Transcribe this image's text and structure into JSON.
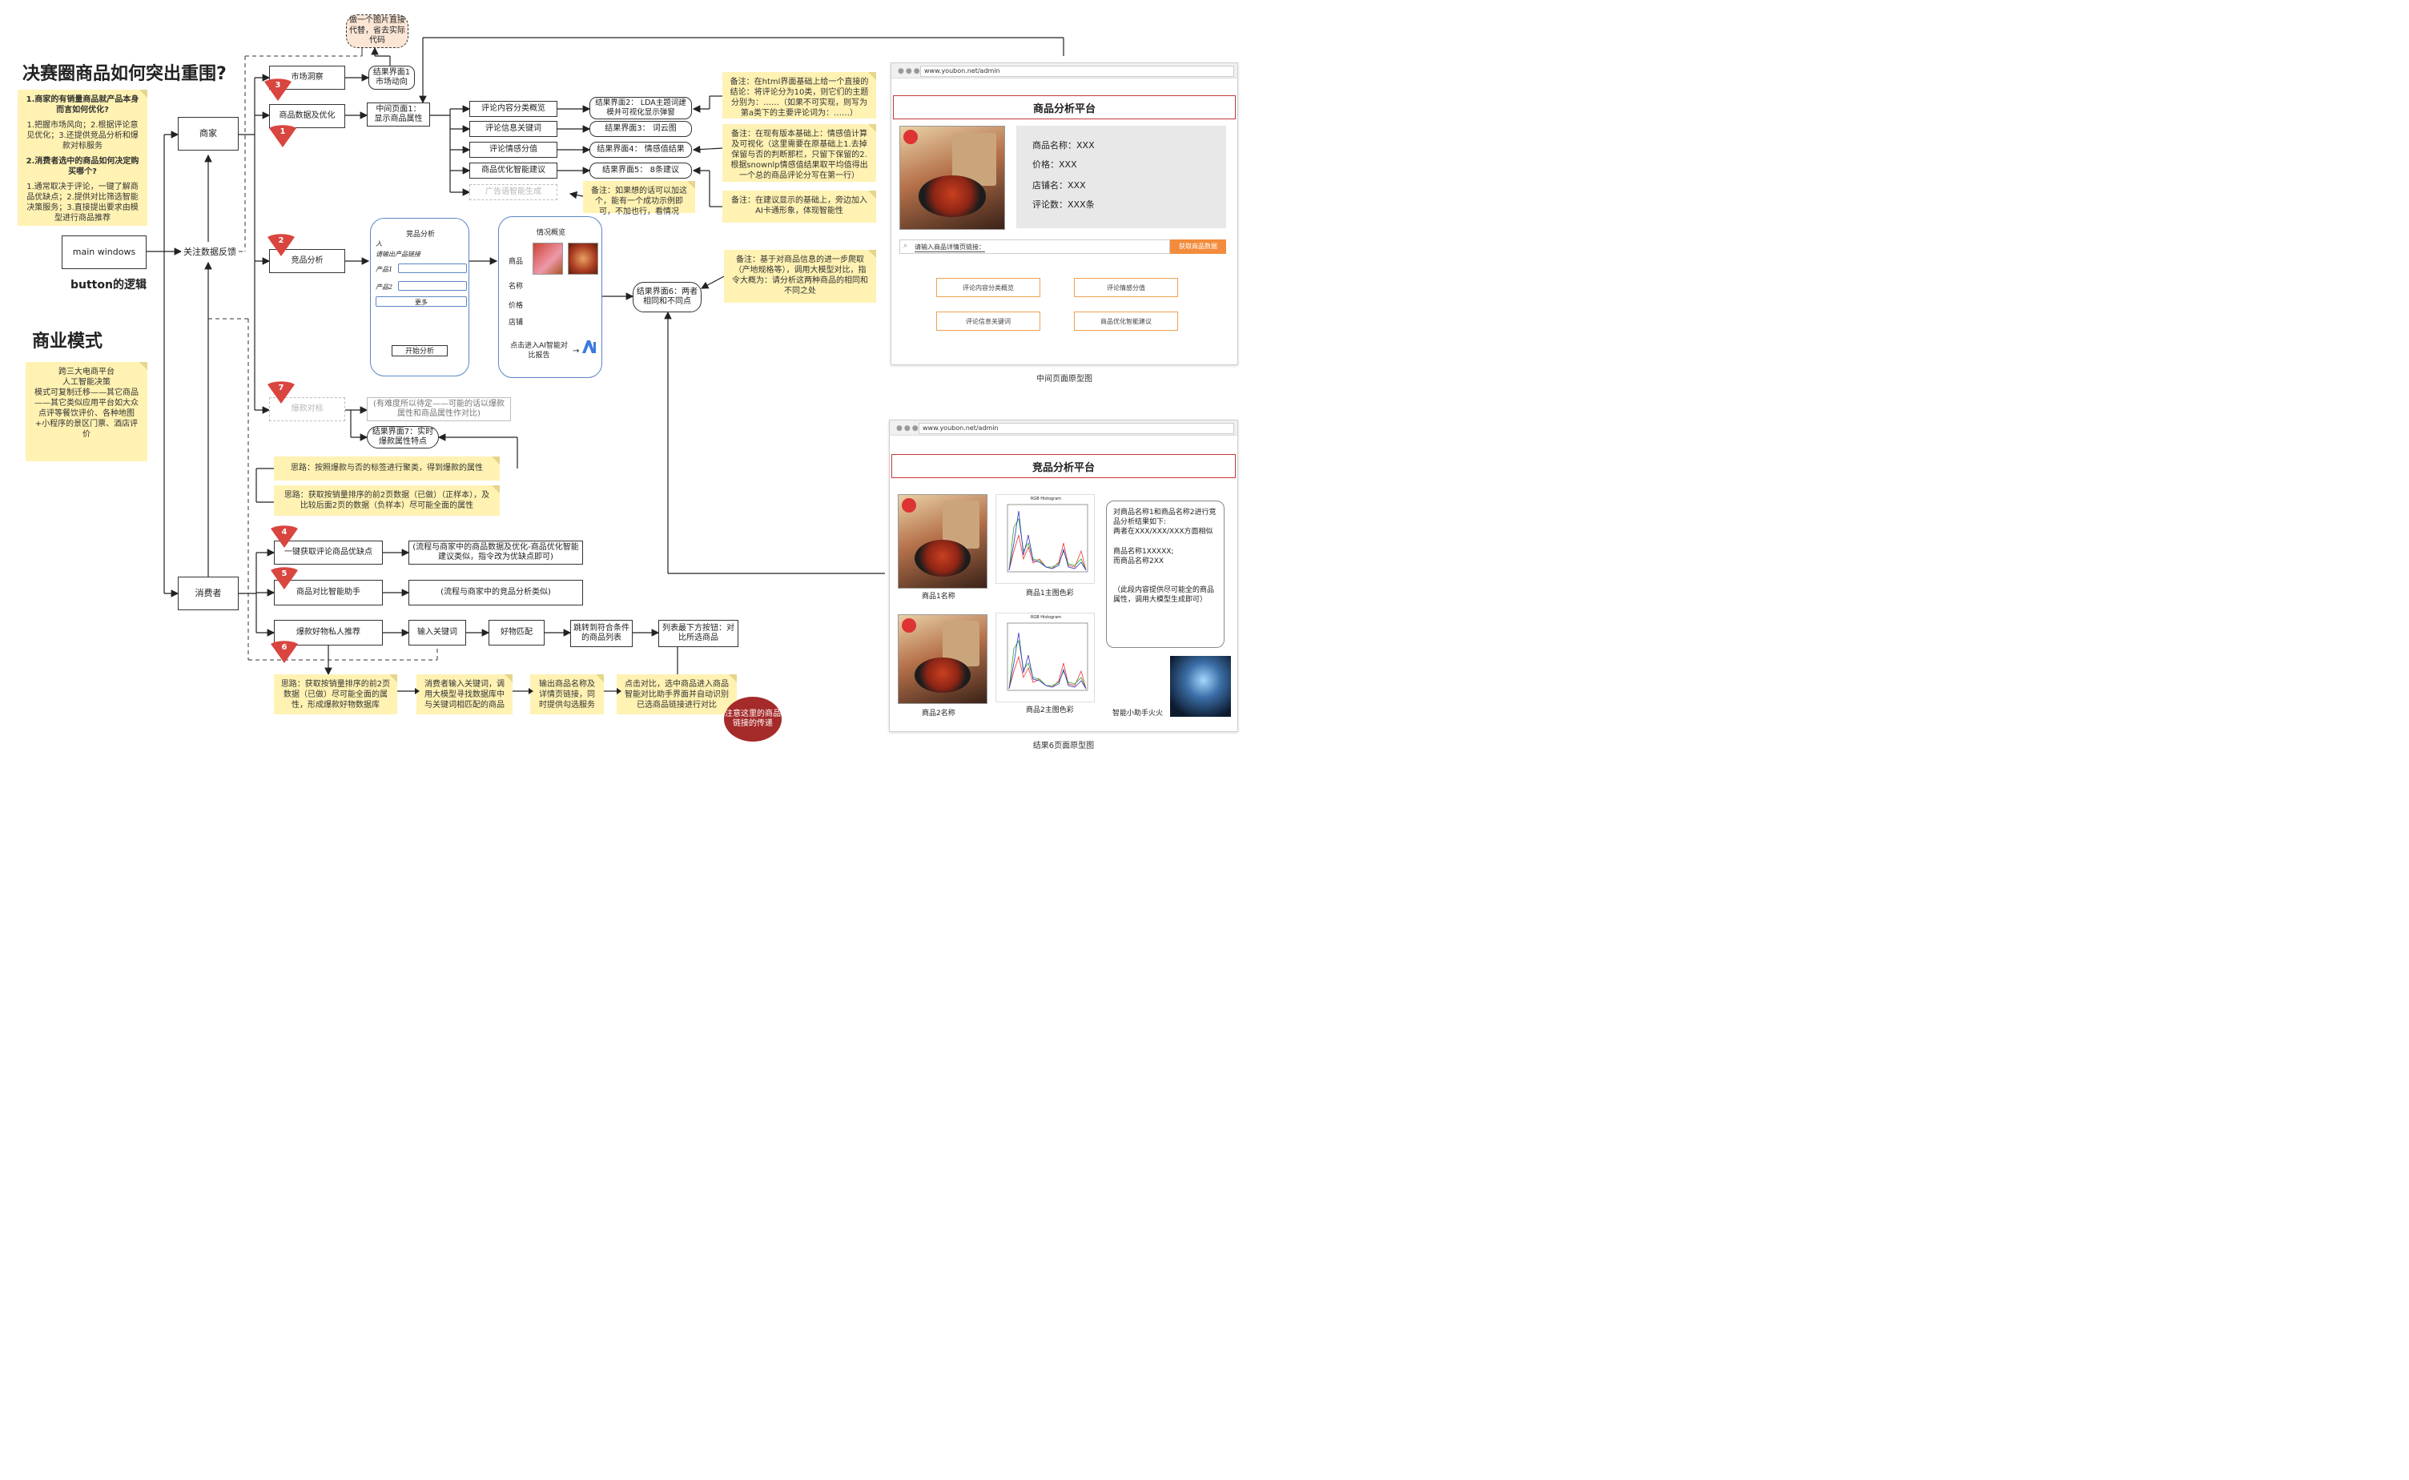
{
  "headings": {
    "main_question": "决赛圈商品如何突出重围?",
    "button_logic": "button的逻辑",
    "business_model": "商业模式"
  },
  "notes_left": {
    "q1": "1.商家的有销量商品就产品本身而言如何优化?",
    "a1": "1.把握市场风向；2.根据评论意见优化；3.还提供竞品分析和爆款对标服务",
    "q2": "2.消费者选中的商品如何决定购买哪个?",
    "a2": "1.通常取决于评论，一键了解商品优缺点；2.提供对比筛选智能决策服务；3.直接提出要求由模型进行商品推荐",
    "business": "跨三大电商平台\n人工智能决策\n模式可复制迁移——其它商品——其它类似应用平台如大众点评等餐饮评价、各种地图+小程序的景区门票、酒店评价"
  },
  "nodes": {
    "main_windows": "main windows",
    "merchant": "商家",
    "follow_feedback": "关注数据反馈",
    "consumer": "消费者",
    "market_insight": "市场洞察",
    "product_optimize": "商品数据及优化",
    "competitor_analysis": "竞品分析",
    "hot_benchmark": "爆款对标",
    "result1": "结果界面1\n市场动向",
    "cloud_note": "做一个图片直接代替，省去实际代码",
    "middle_page1": "中间页面1：\n显示商品属性",
    "review_classify": "评论内容分类概览",
    "review_keywords": "评论信息关键词",
    "review_sentiment": "评论情感分值",
    "optimize_suggest": "商品优化智能建议",
    "ad_generate": "广告语智能生成",
    "result2": "结果界面2： LDA主题词建模并可视化显示弹窗",
    "result3": "结果界面3： 词云图",
    "result4": "结果界面4： 情感值结果",
    "result5": "结果界面5： 8条建议",
    "result6": "结果界面6：两者相同和不同点",
    "result7": "结果界面7：实时爆款属性特点",
    "hot_note": "(有难度所以待定——可能的话以爆款属性和商品属性作对比)",
    "one_click": "一键获取评论商品优缺点",
    "one_click_note": "(流程与商家中的商品数据及优化-商品优化智能建议类似，指令改为优缺点即可)",
    "compare_assistant": "商品对比智能助手",
    "compare_note": "(流程与商家中的竞品分析类似)",
    "hot_recommend": "爆款好物私人推荐",
    "input_keyword": "输入关键词",
    "goods_match": "好物匹配",
    "jump_list": "跳转到符合条件的商品列表",
    "list_bottom": "列表最下方按钮：对比所选商品",
    "red_note": "注意这里的商品链接的传递"
  },
  "sticky_right": {
    "n1": "备注：在html界面基础上给一个直接的结论：将评论分为10类，则它们的主题分别为：……（如果不可实现，则写为第a类下的主要评论词为：……）",
    "n2": "备注：在现有版本基础上：情感值计算及可视化（这里需要在原基础上1.去掉保留与否的判断那栏，只留下保留的2.根据snownlp情感值结果取平均值得出一个总的商品评论分写在第一行）",
    "n3": "备注：在建议显示的基础上，旁边加入AI卡通形象，体现智能性",
    "n4": "备注：如果想的话可以加这个，能有一个成功示例即可，不加也行，看情况",
    "n5": "备注：基于对商品信息的进一步爬取（产地规格等），调用大模型对比，指令大概为：请分析这两种商品的相同和不同之处"
  },
  "sticky_bottom": {
    "t1": "思路：按照爆款与否的标签进行聚类，得到爆款的属性",
    "t2": "思路：获取按销量排序的前2页数据（已做）（正样本），及比较后面2页的数据（负样本）尽可能全面的属性",
    "t3": "思路：获取按销量排序的前2页数据（已做）尽可能全面的属性，形成爆款好物数据库",
    "t4": "消费者输入关键词，调用大模型寻找数据库中与关键词相匹配的商品",
    "t5": "输出商品名称及详情页链接，同时提供勾选服务",
    "t6": "点击对比，选中商品进入商品智能对比助手界面并自动识别已选商品链接进行对比"
  },
  "markers": [
    "3",
    "1",
    "2",
    "7",
    "4",
    "5",
    "6"
  ],
  "phone1": {
    "title": "竞品分析",
    "hint": "入\n请输出产品链接",
    "label1": "产品1",
    "label2": "产品2",
    "more": "更多",
    "start": "开始分析"
  },
  "phone2": {
    "title": "情况概览",
    "rows": [
      "商品",
      "名称",
      "价格",
      "店铺"
    ],
    "ai": "点击进入AI智能对比报告"
  },
  "proto1": {
    "url": "www.youbon.net/admin",
    "title": "商品分析平台",
    "name": "商品名称：XXX",
    "price": "价格：XXX",
    "shop": "店铺名：XXX",
    "reviews": "评论数：XXX条",
    "search_placeholder": "请输入商品详情页链接：",
    "search_btn": "获取商品数据",
    "btn1": "评论内容分类概览",
    "btn2": "评论情感分值",
    "btn3": "评论信息关键词",
    "btn4": "商品优化智能建议",
    "caption": "中间页面原型图"
  },
  "proto2": {
    "url": "www.youbon.net/admin",
    "title": "竞品分析平台",
    "img1": "商品1名称",
    "hist1": "商品1主图色彩",
    "img2": "商品2名称",
    "hist2": "商品2主图色彩",
    "hist_title": "RGB Histogram",
    "legend": [
      "Red",
      "Green",
      "Blue"
    ],
    "bubble": "对商品名称1和商品名称2进行竞品分析结果如下:\n两者在XXX/XXX/XXX方面相似\n\n商品名称1XXXXX;\n而商品名称2XX\n\n\n（此段内容提供尽可能全的商品属性，调用大模型生成即可）",
    "assistant": "智能小助手火火",
    "caption": "结果6页面原型图"
  },
  "colors": {
    "accent_red": "#c23a3a",
    "marker_red": "#d9453f",
    "sticky": "#fff2b3",
    "orange": "#f0a050",
    "phone_blue": "#5b86c5"
  }
}
